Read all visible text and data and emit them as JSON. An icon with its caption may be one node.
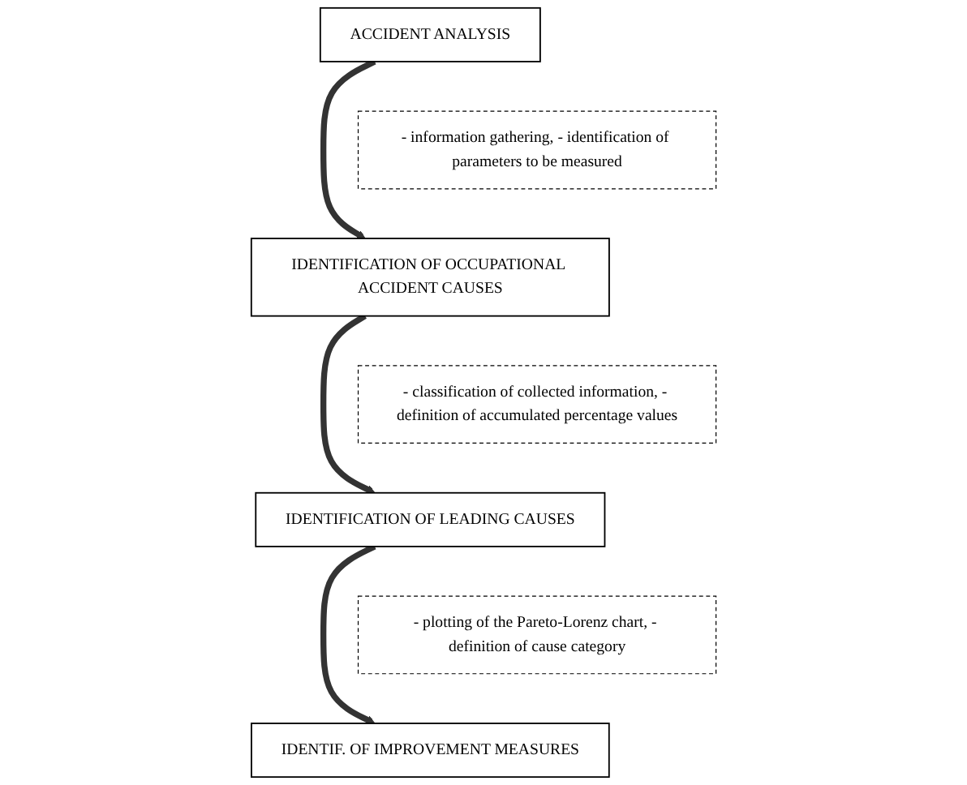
{
  "diagram": {
    "nodes": [
      {
        "text": [
          "ACCIDENT ANALYSIS"
        ]
      },
      {
        "text": [
          "- information gathering, - identification of parameters to be measured"
        ]
      },
      {
        "text": [
          "IDENTIFICATION OF OCCUPATIONAL ACCIDENT CAUSES"
        ]
      },
      {
        "text": [
          "- classification of collected information, - definition of accumulated percentage values"
        ]
      },
      {
        "text": [
          "IDENTIFICATION OF LEADING CAUSES"
        ]
      },
      {
        "text": [
          "- plotting of the Pareto-Lorenz chart, - definition of cause category"
        ]
      },
      {
        "text": [
          "IDENTIF. OF IMPROVEMENT MEASURES"
        ]
      }
    ],
    "edges": [
      {
        "from": 0,
        "to": 2,
        "arrow": "to"
      },
      {
        "from": 2,
        "to": 4,
        "arrow": "to"
      },
      {
        "from": 4,
        "to": 6,
        "arrow": "to"
      }
    ]
  }
}
